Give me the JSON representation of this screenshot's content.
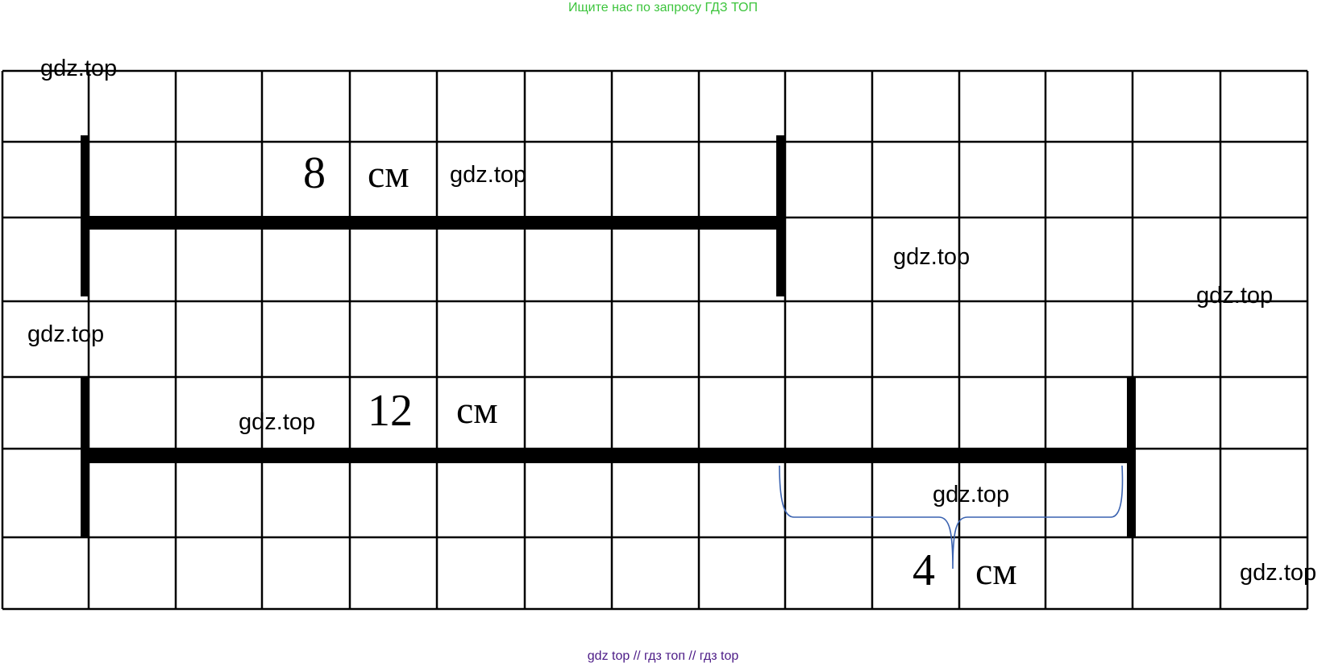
{
  "header": {
    "text": "Ищите нас по запросу ГДЗ ТОП"
  },
  "footer": {
    "text": "gdz top  //  гдз топ  //  гдз top"
  },
  "segments": [
    {
      "number": "8",
      "unit": "см"
    },
    {
      "number": "12",
      "unit": "см"
    },
    {
      "number": "4",
      "unit": "см"
    }
  ],
  "watermarks": [
    "gdz.top",
    "gdz.top",
    "gdz.top",
    "gdz.top",
    "gdz.top",
    "gdz.top",
    "gdz.top",
    "gdz.top"
  ],
  "colors": {
    "header": "#3cc43c",
    "footer": "#4b1a86",
    "brace": "#3a62b0",
    "lines": "#000000"
  }
}
